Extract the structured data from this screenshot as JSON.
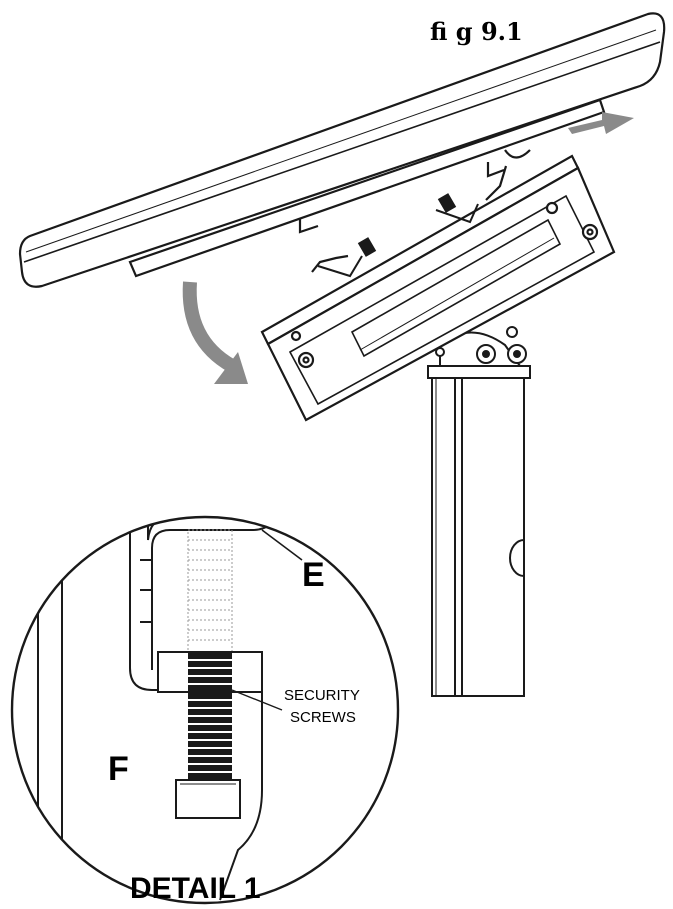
{
  "figure": {
    "title": "fi g 9.1"
  },
  "detail": {
    "title": "DETAIL 1",
    "label_e": "E",
    "label_f": "F",
    "screws_line1": "SECURITY",
    "screws_line2": "SCREWS"
  },
  "colors": {
    "line": "#1a1a1a",
    "arrow": "#8a8a8a",
    "dots": "#9a9a9a"
  },
  "icons": {
    "insert_arrow": "arrow-left-icon",
    "rotate_arrow": "curved-arrow-down-icon"
  }
}
